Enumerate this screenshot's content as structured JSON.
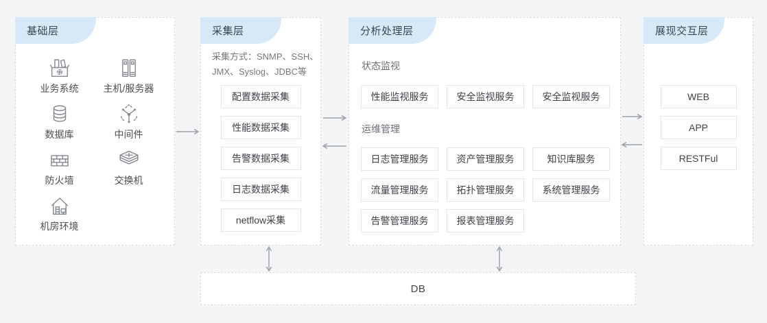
{
  "diagram": {
    "db_label": "DB",
    "layers": {
      "foundation": {
        "title": "基础层",
        "items": [
          {
            "icon": "business-system-icon",
            "label": "业务系统"
          },
          {
            "icon": "host-server-icon",
            "label": "主机/服务器"
          },
          {
            "icon": "database-icon",
            "label": "数据库"
          },
          {
            "icon": "middleware-icon",
            "label": "中间件"
          },
          {
            "icon": "firewall-icon",
            "label": "防火墙"
          },
          {
            "icon": "switch-icon",
            "label": "交换机"
          },
          {
            "icon": "server-room-icon",
            "label": "机房环境"
          }
        ]
      },
      "collection": {
        "title": "采集层",
        "note": "采集方式：SNMP、SSH、JMX、Syslog、JDBC等",
        "boxes": [
          "配置数据采集",
          "性能数据采集",
          "告警数据采集",
          "日志数据采集",
          "netflow采集"
        ]
      },
      "analysis": {
        "title": "分析处理层",
        "sections": [
          {
            "label": "状态监视",
            "boxes": [
              "性能监视服务",
              "安全监视服务",
              "安全监视服务"
            ]
          },
          {
            "label": "运维管理",
            "boxes": [
              "日志管理服务",
              "资产管理服务",
              "知识库服务",
              "流量管理服务",
              "拓扑管理服务",
              "系统管理服务",
              "告警管理服务",
              "报表管理服务"
            ]
          }
        ]
      },
      "presentation": {
        "title": "展现交互层",
        "boxes": [
          "WEB",
          "APP",
          "RESTFul"
        ]
      }
    },
    "colors": {
      "background": "#f4f5f7",
      "panel_bg": "#ffffff",
      "panel_border": "#d9dce0",
      "tab_bg": "#d7e9f8",
      "tab_text": "#3a4654",
      "box_border": "#e3e5e9",
      "box_text": "#3e4247",
      "muted_text": "#74777d",
      "arrow": "#9ba0a6"
    }
  }
}
